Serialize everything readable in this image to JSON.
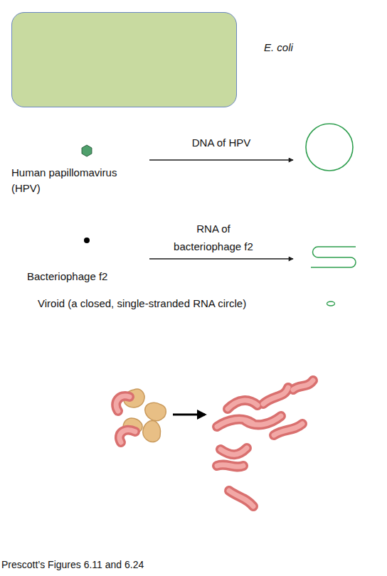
{
  "diagram": {
    "caption": "Prescott’s Figures 6.11 and 6.24",
    "nodes": [
      {
        "text": [
          "E. coli"
        ]
      },
      {
        "text": [
          "Human papillomavirus (HPV)"
        ]
      },
      {
        "text": [
          "Bacteriophage f2"
        ]
      },
      {
        "text": [
          "Viroid (a closed, single-stranded RNA circle)"
        ]
      }
    ],
    "labels": [
      "DNA of HPV",
      "RNA of bacteriophage f2"
    ]
  }
}
